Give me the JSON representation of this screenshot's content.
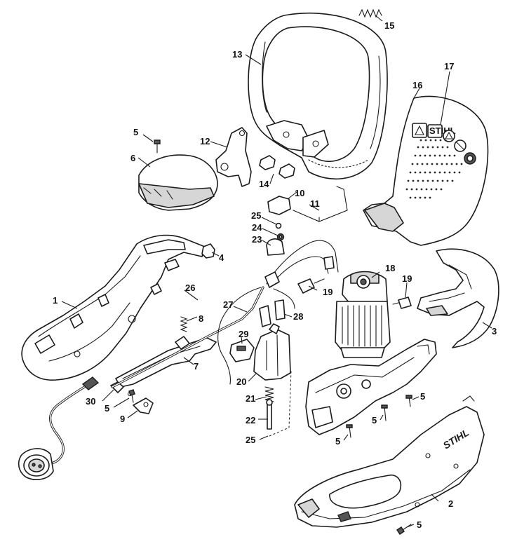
{
  "brand": "STIHL",
  "callouts": {
    "c1": "1",
    "c2": "2",
    "c3": "3",
    "c4": "4",
    "c5a": "5",
    "c5b": "5",
    "c5c": "5",
    "c5d": "5",
    "c5e": "5",
    "c5f": "5",
    "c6": "6",
    "c7": "7",
    "c8": "8",
    "c9": "9",
    "c10": "10",
    "c11": "11",
    "c12": "12",
    "c13": "13",
    "c14": "14",
    "c15": "15",
    "c16": "16",
    "c17": "17",
    "c18": "18",
    "c19a": "19",
    "c19b": "19",
    "c20": "20",
    "c21": "21",
    "c22": "22",
    "c23": "23",
    "c24": "24",
    "c25a": "25",
    "c25b": "25",
    "c26": "26",
    "c27": "27",
    "c28": "28",
    "c29": "29",
    "c30": "30"
  }
}
